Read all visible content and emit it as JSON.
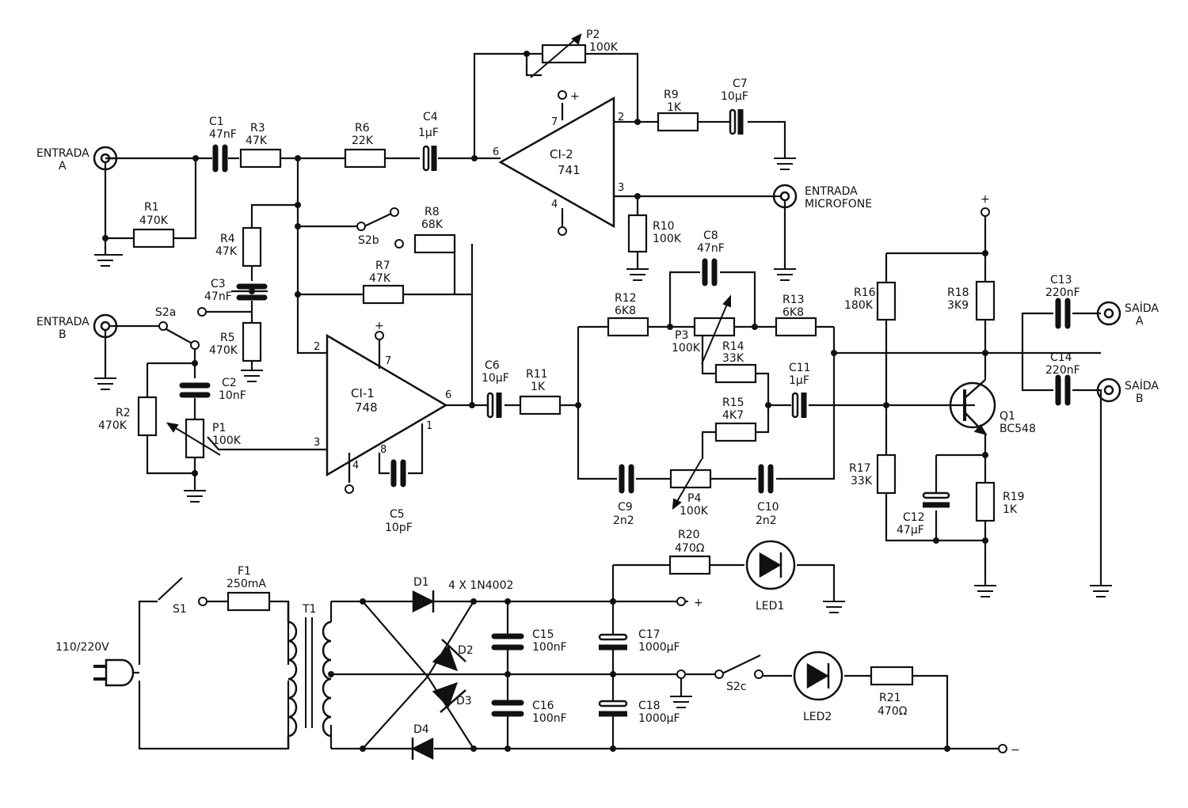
{
  "labels": {
    "entrada_a": [
      "ENTRADA",
      "A"
    ],
    "entrada_b": [
      "ENTRADA",
      "B"
    ],
    "entrada_mic": [
      "ENTRADA",
      "MICROFONE"
    ],
    "saida_a": [
      "SAÍDA",
      "A"
    ],
    "saida_b": [
      "SAÍDA",
      "B"
    ],
    "mains": "110/220V",
    "diodes_note": "4 X 1N4002"
  },
  "components": {
    "C1": {
      "ref": "C1",
      "value": "47nF"
    },
    "R3": {
      "ref": "R3",
      "value": "47K"
    },
    "R6": {
      "ref": "R6",
      "value": "22K"
    },
    "C4": {
      "ref": "C4",
      "value": "1µF"
    },
    "R1": {
      "ref": "R1",
      "value": "470K"
    },
    "R4": {
      "ref": "R4",
      "value": "47K"
    },
    "C3": {
      "ref": "C3",
      "value": "47nF"
    },
    "R5": {
      "ref": "R5",
      "value": "470K"
    },
    "S2a": {
      "ref": "S2a"
    },
    "S2b": {
      "ref": "S2b"
    },
    "S2c": {
      "ref": "S2c"
    },
    "R8": {
      "ref": "R8",
      "value": "68K"
    },
    "R7": {
      "ref": "R7",
      "value": "47K"
    },
    "C2": {
      "ref": "C2",
      "value": "10nF"
    },
    "R2": {
      "ref": "R2",
      "value": "470K"
    },
    "P1": {
      "ref": "P1",
      "value": "100K"
    },
    "CI1": {
      "ref": "CI-1",
      "value": "748"
    },
    "C5": {
      "ref": "C5",
      "value": "10pF"
    },
    "P2": {
      "ref": "P2",
      "value": "100K"
    },
    "CI2": {
      "ref": "CI-2",
      "value": "741"
    },
    "R9": {
      "ref": "R9",
      "value": "1K"
    },
    "C7": {
      "ref": "C7",
      "value": "10µF"
    },
    "R10": {
      "ref": "R10",
      "value": "100K"
    },
    "C6": {
      "ref": "C6",
      "value": "10µF"
    },
    "R11": {
      "ref": "R11",
      "value": "1K"
    },
    "C8": {
      "ref": "C8",
      "value": "47nF"
    },
    "R12": {
      "ref": "R12",
      "value": "6K8"
    },
    "P3": {
      "ref": "P3",
      "value": "100K"
    },
    "R13": {
      "ref": "R13",
      "value": "6K8"
    },
    "R14": {
      "ref": "R14",
      "value": "33K"
    },
    "C11": {
      "ref": "C11",
      "value": "1µF"
    },
    "R15": {
      "ref": "R15",
      "value": "4K7"
    },
    "C9": {
      "ref": "C9",
      "value": "2n2"
    },
    "P4": {
      "ref": "P4",
      "value": "100K"
    },
    "C10": {
      "ref": "C10",
      "value": "2n2"
    },
    "R16": {
      "ref": "R16",
      "value": "180K"
    },
    "R18": {
      "ref": "R18",
      "value": "3K9"
    },
    "C13": {
      "ref": "C13",
      "value": "220nF"
    },
    "C14": {
      "ref": "C14",
      "value": "220nF"
    },
    "Q1": {
      "ref": "Q1",
      "value": "BC548"
    },
    "R17": {
      "ref": "R17",
      "value": "33K"
    },
    "C12": {
      "ref": "C12",
      "value": "47µF"
    },
    "R19": {
      "ref": "R19",
      "value": "1K"
    },
    "R20": {
      "ref": "R20",
      "value": "470Ω"
    },
    "LED1": {
      "ref": "LED1"
    },
    "LED2": {
      "ref": "LED2"
    },
    "R21": {
      "ref": "R21",
      "value": "470Ω"
    },
    "F1": {
      "ref": "F1",
      "value": "250mA"
    },
    "S1": {
      "ref": "S1"
    },
    "T1": {
      "ref": "T1"
    },
    "D1": {
      "ref": "D1"
    },
    "D2": {
      "ref": "D2"
    },
    "D3": {
      "ref": "D3"
    },
    "D4": {
      "ref": "D4"
    },
    "C15": {
      "ref": "C15",
      "value": "100nF"
    },
    "C16": {
      "ref": "C16",
      "value": "100nF"
    },
    "C17": {
      "ref": "C17",
      "value": "1000µF"
    },
    "C18": {
      "ref": "C18",
      "value": "1000µF"
    }
  },
  "pins": {
    "ci1": {
      "p2": "2",
      "p3": "3",
      "p7": "7",
      "p6": "6",
      "p4": "4",
      "p8": "8",
      "p1": "1"
    },
    "ci2": {
      "p7": "7",
      "p6": "6",
      "p2": "2",
      "p3": "3",
      "p4": "4"
    }
  },
  "symbols": {
    "plus": "+",
    "minus": "−"
  }
}
